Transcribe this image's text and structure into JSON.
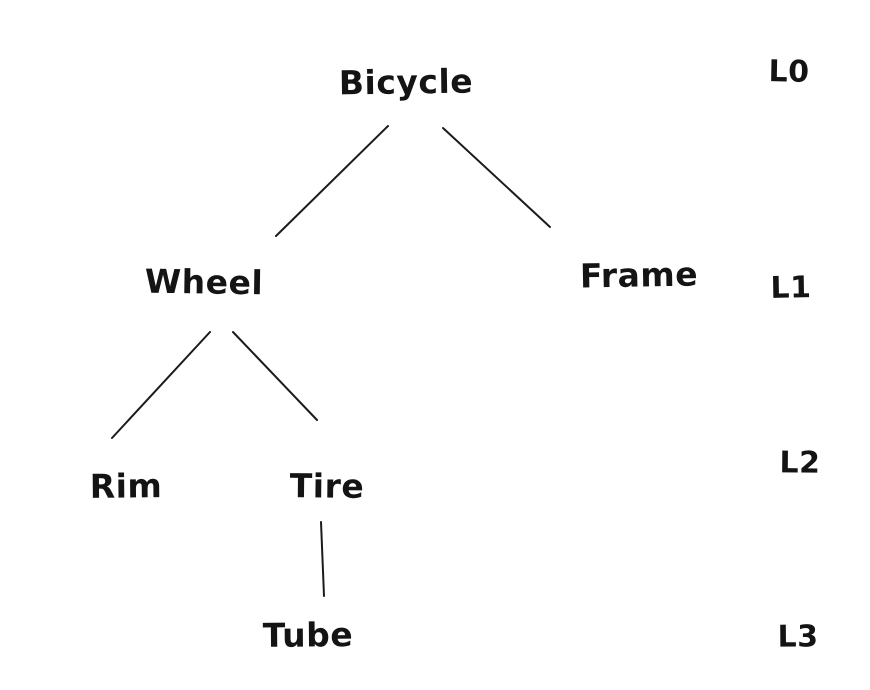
{
  "diagram": {
    "kind": "tree",
    "background_color": "#ffffff",
    "ink_color": "#1b1b1b",
    "nodes": [
      {
        "id": "bicycle",
        "label": "Bicycle",
        "level": 0
      },
      {
        "id": "wheel",
        "label": "Wheel",
        "level": 1
      },
      {
        "id": "frame",
        "label": "Frame",
        "level": 1
      },
      {
        "id": "rim",
        "label": "Rim",
        "level": 2
      },
      {
        "id": "tire",
        "label": "Tire",
        "level": 2
      },
      {
        "id": "tube",
        "label": "Tube",
        "level": 3
      }
    ],
    "edges": [
      {
        "from": "Bicycle",
        "to": "Wheel"
      },
      {
        "from": "Bicycle",
        "to": "Frame"
      },
      {
        "from": "Wheel",
        "to": "Rim"
      },
      {
        "from": "Wheel",
        "to": "Tire"
      },
      {
        "from": "Tire",
        "to": "Tube"
      }
    ],
    "level_labels": [
      {
        "label": "L0"
      },
      {
        "label": "L1"
      },
      {
        "label": "L2"
      },
      {
        "label": "L3"
      }
    ]
  }
}
